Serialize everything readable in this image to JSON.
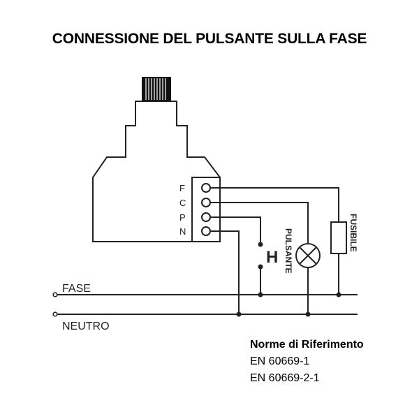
{
  "title": "CONNESSIONE DEL PULSANTE SULLA FASE",
  "terminals": [
    "F",
    "C",
    "P",
    "N"
  ],
  "labels": {
    "pulsante": "PULSANTE",
    "fusibile": "FUSIBILE",
    "button_symbol": "H",
    "fase": "FASE",
    "neutro": "NEUTRO"
  },
  "norme": {
    "heading": "Norme di Riferimento",
    "items": [
      "EN 60669-1",
      "EN 60669-2-1"
    ]
  }
}
